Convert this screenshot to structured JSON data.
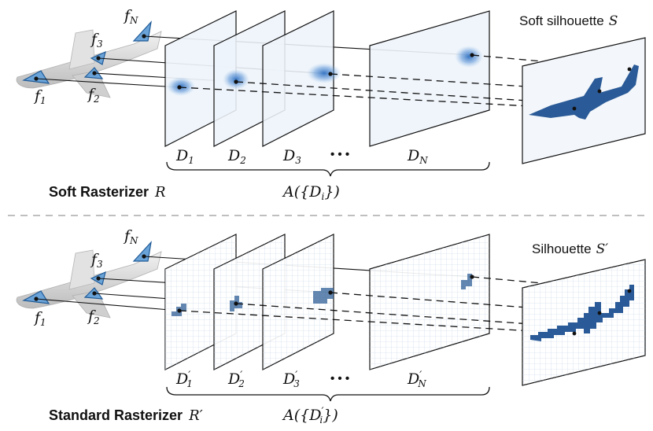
{
  "top": {
    "faces": [
      "f",
      "f",
      "f",
      "f"
    ],
    "face_subs": [
      "N",
      "3",
      "1",
      "2"
    ],
    "maps": [
      {
        "base": "D",
        "prime": "",
        "sub": "1"
      },
      {
        "base": "D",
        "prime": "",
        "sub": "2"
      },
      {
        "base": "D",
        "prime": "",
        "sub": "3"
      },
      {
        "base": "D",
        "prime": "",
        "sub": "N"
      }
    ],
    "ellipsis": "• • •",
    "aggregate": {
      "prefix": "A({",
      "base": "D",
      "prime": "",
      "sub": "i",
      "suffix": "})"
    },
    "output_title": "Soft silhouette",
    "output_symbol": "S",
    "caption": "Soft Rasterizer",
    "caption_symbol": "R"
  },
  "bottom": {
    "faces": [
      "f",
      "f",
      "f",
      "f"
    ],
    "face_subs": [
      "N",
      "3",
      "1",
      "2"
    ],
    "maps": [
      {
        "base": "D",
        "prime": "′",
        "sub": "1"
      },
      {
        "base": "D",
        "prime": "′",
        "sub": "2"
      },
      {
        "base": "D",
        "prime": "′",
        "sub": "3"
      },
      {
        "base": "D",
        "prime": "′",
        "sub": "N"
      }
    ],
    "ellipsis": "• • •",
    "aggregate": {
      "prefix": "A({",
      "base": "D",
      "prime": "′",
      "sub": "i",
      "suffix": "})"
    },
    "output_title": "Silhouette",
    "output_symbol": "S′",
    "caption": "Standard Rasterizer",
    "caption_symbol": "R′"
  },
  "colors": {
    "face_fill": "#6aa3d8",
    "face_stroke": "#1f5a96",
    "blob": "#3f7fc9",
    "pixel": "#2f5f96",
    "silhouette": "#2a5a97",
    "airplane": "#d9d9d9",
    "divider": "#aaaaaa"
  }
}
